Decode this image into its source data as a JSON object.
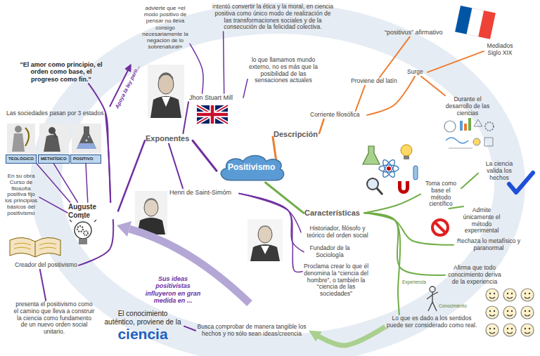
{
  "diagram": {
    "nodes": [
      {
        "text": [
          "Positivismo"
        ]
      },
      {
        "text": [
          "Descripción"
        ]
      },
      {
        "text": [
          "Corriente filosófica"
        ]
      },
      {
        "text": [
          "Proviene del latín"
        ]
      },
      {
        "text": [
          "“positivus” afirmativo"
        ]
      },
      {
        "text": [
          "Surge"
        ]
      },
      {
        "text": [
          "Mediados Siglo XIX"
        ]
      },
      {
        "text": [
          "Durante el desarrollo de las ciencias"
        ]
      },
      {
        "text": [
          "Características"
        ]
      },
      {
        "text": [
          "Toma como base el método científico"
        ]
      },
      {
        "text": [
          "La ciencia valida los hechos"
        ]
      },
      {
        "text": [
          "Admite únicamente el método experimental"
        ]
      },
      {
        "text": [
          "Rechaza lo metafísico y paranormal"
        ]
      },
      {
        "text": [
          "Afirma que todo conocimiento deriva de la experiencia"
        ]
      },
      {
        "text": [
          "Lo que es dado a los sentidos puede ser considerado como real."
        ]
      },
      {
        "text": [
          "Busca comprobar de manera tangible los hechos y no sólo sean ideas/creencia"
        ]
      },
      {
        "text": [
          "El conocimiento auténtico, proviene de la",
          "ciencia"
        ]
      },
      {
        "text": [
          "Exponentes"
        ]
      },
      {
        "text": [
          "Jhon Stuart Mill"
        ]
      },
      {
        "text": [
          "intentó convertir la ética y la moral, en ciencia positiva como único modo de realización de las transformaciones sociales y de la consecución de la felicidad colectiva."
        ]
      },
      {
        "text": [
          "lo que llamamos mundo externo, no es más que la posibilidad de las sensaciones actuales"
        ]
      },
      {
        "text": [
          "advierte que «el modo positivo de pensar no lleva consigo necesariamente la negación de lo sobrenatural»"
        ]
      },
      {
        "text": [
          "Henri de Saint-Simóm"
        ]
      },
      {
        "text": [
          "Historiador, filósofo y teórico del orden social"
        ]
      },
      {
        "text": [
          "Fundador de la Sociología"
        ]
      },
      {
        "text": [
          "Proclama crear lo que él denomina la “ciencia del hombre”, o también la “ciencia de las sociedades”"
        ]
      },
      {
        "text": [
          "Auguste Comte"
        ]
      },
      {
        "text": [
          "\"El amor como principio, el orden como base, el progreso como fin.\""
        ]
      },
      {
        "text": [
          "Las sociedades pasan por 3 estados"
        ]
      },
      {
        "text": [
          "TEOLÓGICO"
        ]
      },
      {
        "text": [
          "METAFÍSICO"
        ]
      },
      {
        "text": [
          "POSITIVO"
        ]
      },
      {
        "text": [
          "En su obra Curso de filosofía positiva fijo los principios básicos del positivismo"
        ]
      },
      {
        "text": [
          "Creador del positivismo"
        ]
      },
      {
        "text": [
          "presenta el positivismo como el camino que lleva a construir la ciencia como fundamento de un nuevo orden social unitario."
        ]
      }
    ],
    "edges": [
      {
        "from": 0,
        "to": 1,
        "arrow": "none"
      },
      {
        "from": 1,
        "to": 2,
        "arrow": "none"
      },
      {
        "from": 2,
        "to": 3,
        "arrow": "none"
      },
      {
        "from": 3,
        "to": 4,
        "arrow": "none"
      },
      {
        "from": 2,
        "to": 5,
        "arrow": "none"
      },
      {
        "from": 5,
        "to": 6,
        "arrow": "none"
      },
      {
        "from": 5,
        "to": 7,
        "arrow": "none"
      },
      {
        "from": 0,
        "to": 8,
        "arrow": "none"
      },
      {
        "from": 8,
        "to": 9,
        "arrow": "none"
      },
      {
        "from": 9,
        "to": 10,
        "arrow": "none"
      },
      {
        "from": 9,
        "to": 11,
        "arrow": "none"
      },
      {
        "from": 8,
        "to": 12,
        "arrow": "none"
      },
      {
        "from": 8,
        "to": 13,
        "arrow": "none"
      },
      {
        "from": 8,
        "to": 14,
        "arrow": "none"
      },
      {
        "from": 14,
        "to": 15,
        "arrow": "to"
      },
      {
        "from": 15,
        "to": 16,
        "arrow": "none"
      },
      {
        "from": 0,
        "to": 17,
        "arrow": "none"
      },
      {
        "from": 17,
        "to": 18,
        "arrow": "none"
      },
      {
        "from": 17,
        "to": 22,
        "arrow": "none"
      },
      {
        "from": 17,
        "to": 26,
        "arrow": "none"
      },
      {
        "from": 18,
        "to": 19,
        "arrow": "none"
      },
      {
        "from": 18,
        "to": 20,
        "arrow": "none"
      },
      {
        "from": 18,
        "to": 21,
        "arrow": "none"
      },
      {
        "from": 22,
        "to": 23,
        "arrow": "none"
      },
      {
        "from": 22,
        "to": 24,
        "arrow": "none"
      },
      {
        "from": 22,
        "to": 25,
        "arrow": "none"
      },
      {
        "from": 26,
        "to": 27,
        "arrow": "none"
      },
      {
        "from": 26,
        "to": 28,
        "arrow": "none"
      },
      {
        "from": 26,
        "to": 29,
        "arrow": "none"
      },
      {
        "from": 26,
        "to": 30,
        "arrow": "none"
      },
      {
        "from": 26,
        "to": 31,
        "arrow": "none"
      },
      {
        "from": 26,
        "to": 32,
        "arrow": "none"
      },
      {
        "from": 26,
        "to": 33,
        "arrow": "none"
      },
      {
        "from": 33,
        "to": 34,
        "arrow": "none"
      }
    ],
    "labels": [
      "Apoya la ley pero...",
      "Sus ideas positivistas influyeron en gran medida en ...",
      "Experiencia",
      "Conocimiento"
    ]
  }
}
